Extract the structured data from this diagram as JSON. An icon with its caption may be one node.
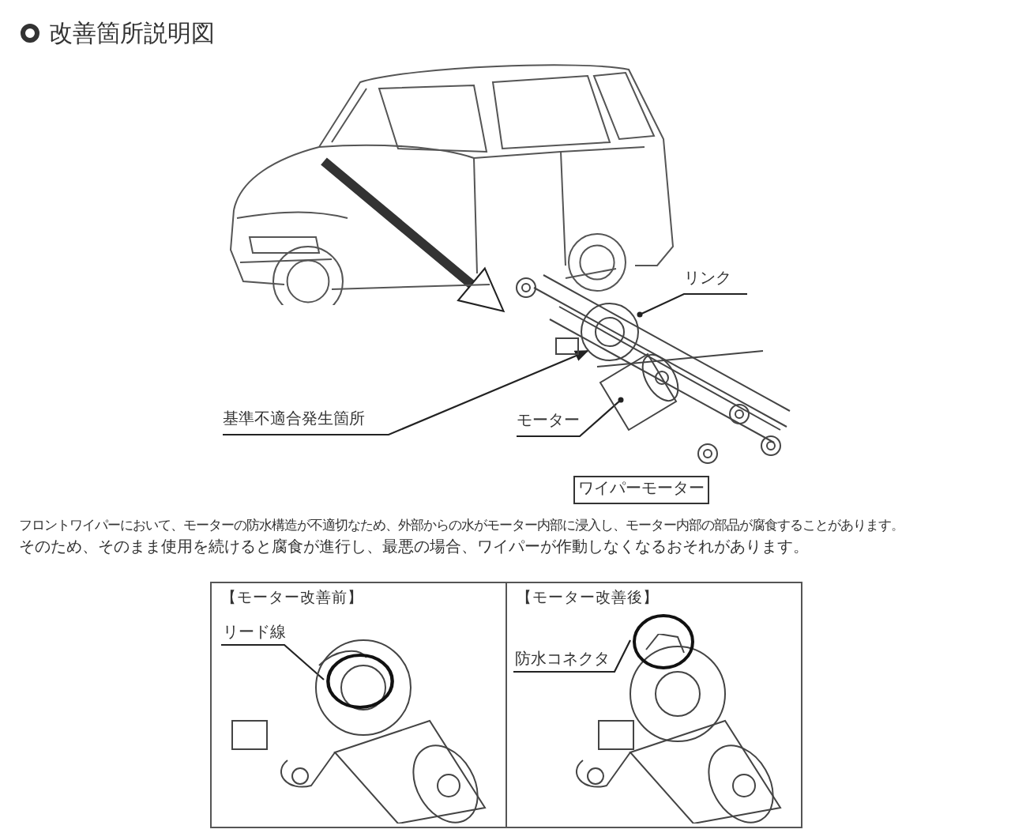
{
  "diagram": {
    "title": "改善箇所説明図",
    "nodes": [
      {
        "text": [],
        "shape": "picture"
      },
      {
        "text": [],
        "shape": "picture"
      },
      {
        "text": [
          "リンク"
        ]
      },
      {
        "text": [
          "基準不適合発生箇所"
        ]
      },
      {
        "text": [
          "モーター"
        ],
        "in": 1
      },
      {
        "text": [
          "ワイパーモーター"
        ]
      },
      {
        "text": [
          "【モーター改善前】"
        ]
      },
      {
        "text": [
          "【モーター改善後】"
        ]
      },
      {
        "text": [
          "リード線"
        ],
        "in": 6
      },
      {
        "text": [],
        "shape": "circle",
        "in": 6
      },
      {
        "text": [
          "防水コネクタ"
        ],
        "in": 7
      },
      {
        "text": [],
        "shape": "circle",
        "in": 7
      }
    ],
    "edges": [
      {
        "from": 0,
        "to": 1,
        "arrow": "to",
        "style": "thick"
      },
      {
        "from": 2,
        "to": 1,
        "arrow": "other"
      },
      {
        "from": 3,
        "to": 1,
        "arrow": "to"
      },
      {
        "from": 4,
        "to": 1,
        "arrow": "other"
      },
      {
        "from": 8,
        "to": 9,
        "arrow": "none"
      },
      {
        "from": 10,
        "to": 11,
        "arrow": "none"
      }
    ],
    "labels": [
      "フロントワイパーにおいて、モーターの防水構造が不適切なため、外部からの水がモーター内部に浸入し、モーター内部の部品が腐食することがあります。",
      "そのため、そのまま使用を続けると腐食が進行し、最悪の場合、ワイパーが作動しなくなるおそれがあります。"
    ]
  }
}
